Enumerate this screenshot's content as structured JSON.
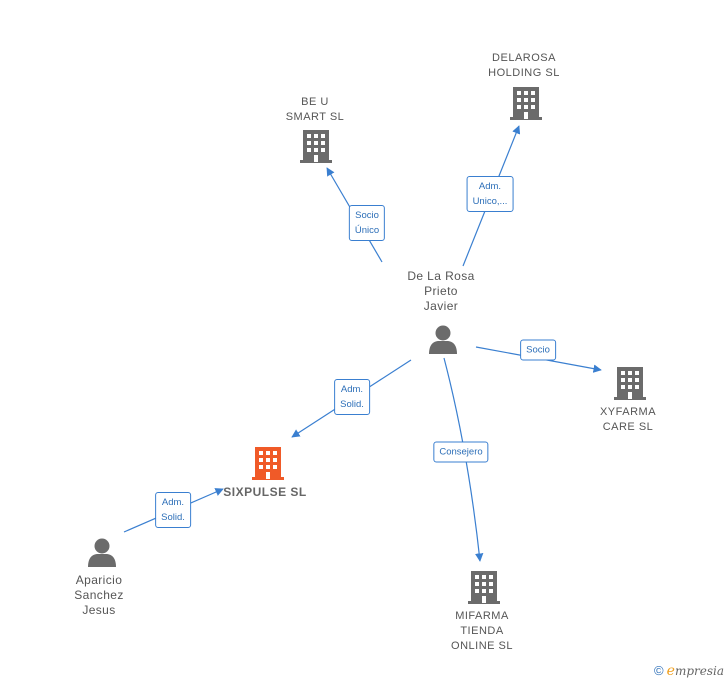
{
  "colors": {
    "edge": "#3a7fd0",
    "company": "#6b6b6b",
    "company_main": "#f05a28",
    "person": "#6b6b6b"
  },
  "nodes": [
    {
      "id": "be-u",
      "type": "company",
      "label": "BE U\nSMART  SL"
    },
    {
      "id": "delarosa",
      "type": "company",
      "label": "DELAROSA\nHOLDING  SL"
    },
    {
      "id": "de-la-rosa",
      "type": "person",
      "label": "De La Rosa\nPrieto\nJavier"
    },
    {
      "id": "xyfarma",
      "type": "company",
      "label": "XYFARMA\nCARE  SL"
    },
    {
      "id": "sixpulse",
      "type": "company-main",
      "label": "SIXPULSE  SL"
    },
    {
      "id": "aparicio",
      "type": "person",
      "label": "Aparicio\nSanchez\nJesus"
    },
    {
      "id": "mifarma",
      "type": "company",
      "label": "MIFARMA\nTIENDA\nONLINE SL"
    }
  ],
  "edges": [
    {
      "id": "e1",
      "from": "de-la-rosa",
      "to": "be-u",
      "label": "Socio\nÚnico"
    },
    {
      "id": "e2",
      "from": "de-la-rosa",
      "to": "delarosa",
      "label": "Adm.\nUnico,..."
    },
    {
      "id": "e3",
      "from": "de-la-rosa",
      "to": "xyfarma",
      "label": "Socio"
    },
    {
      "id": "e4",
      "from": "de-la-rosa",
      "to": "sixpulse",
      "label": "Adm.\nSolid."
    },
    {
      "id": "e5",
      "from": "de-la-rosa",
      "to": "mifarma",
      "label": "Consejero"
    },
    {
      "id": "e6",
      "from": "aparicio",
      "to": "sixpulse",
      "label": "Adm.\nSolid."
    }
  ],
  "footer": {
    "copyright": "©",
    "brand_initial": "e",
    "brand_rest": "mpresia"
  }
}
